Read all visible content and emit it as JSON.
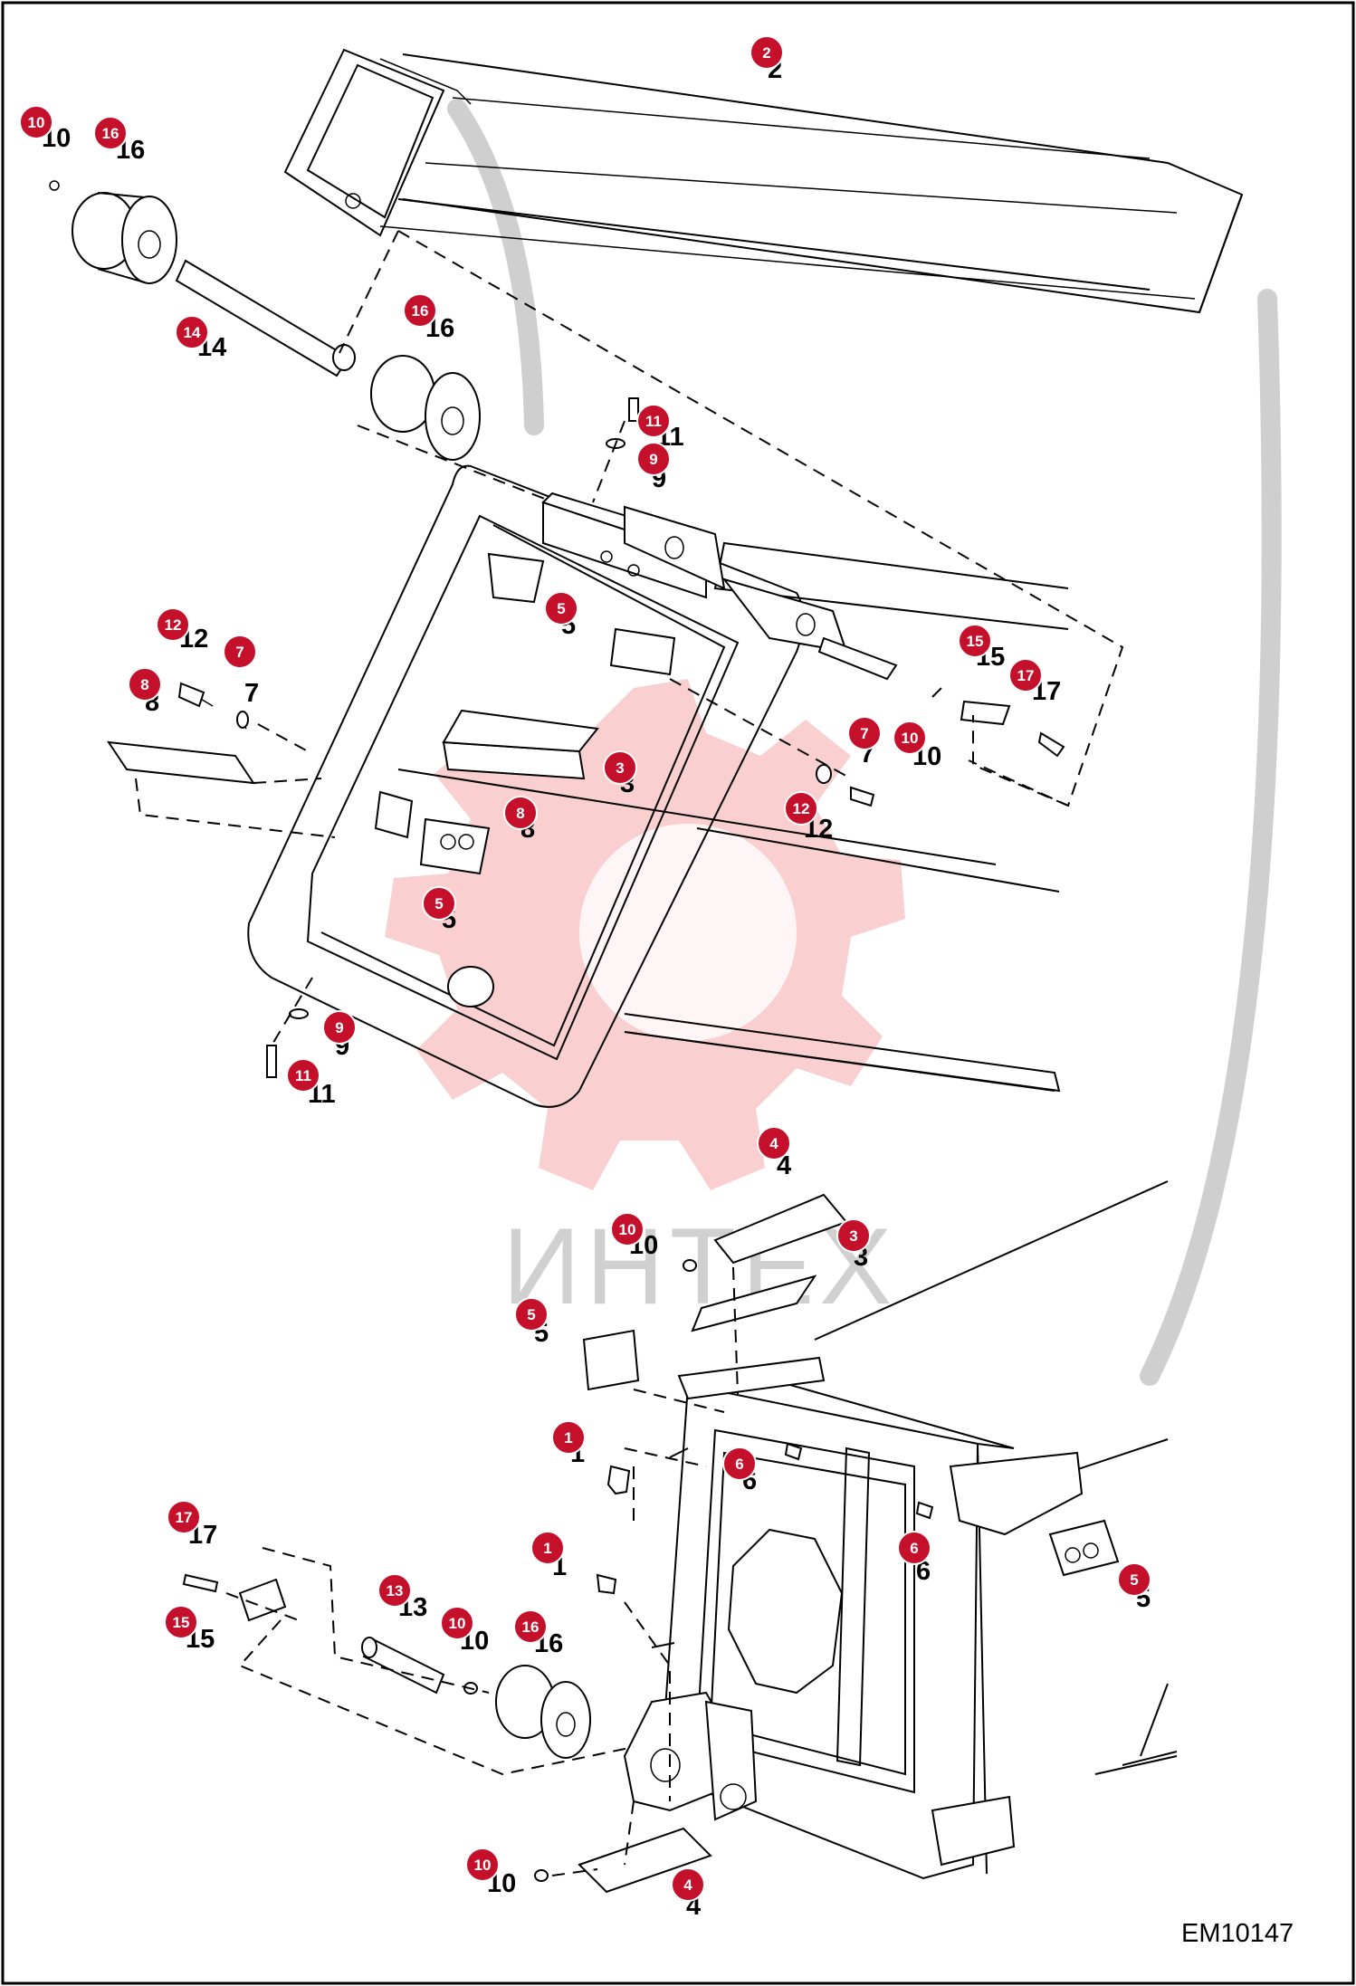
{
  "drawing_code": "EM10147",
  "watermark_text": "ИНТЕХ",
  "callouts": [
    {
      "num": "2",
      "label": "2"
    },
    {
      "num": "10",
      "label": "10"
    },
    {
      "num": "16",
      "label": "16"
    },
    {
      "num": "14",
      "label": "14"
    },
    {
      "num": "16",
      "label": "16"
    },
    {
      "num": "11",
      "label": "11"
    },
    {
      "num": "9",
      "label": "9"
    },
    {
      "num": "5",
      "label": "5"
    },
    {
      "num": "12",
      "label": "12"
    },
    {
      "num": "7",
      "label": "7"
    },
    {
      "num": "8",
      "label": "8"
    },
    {
      "num": "3",
      "label": "3"
    },
    {
      "num": "8",
      "label": "8"
    },
    {
      "num": "5",
      "label": "5"
    },
    {
      "num": "15",
      "label": "15"
    },
    {
      "num": "17",
      "label": "17"
    },
    {
      "num": "10",
      "label": "10"
    },
    {
      "num": "7",
      "label": "7"
    },
    {
      "num": "12",
      "label": "12"
    },
    {
      "num": "9",
      "label": "9"
    },
    {
      "num": "11",
      "label": "11"
    },
    {
      "num": "4",
      "label": "4"
    },
    {
      "num": "10",
      "label": "10"
    },
    {
      "num": "3",
      "label": "3"
    },
    {
      "num": "5",
      "label": "5"
    },
    {
      "num": "1",
      "label": "1"
    },
    {
      "num": "6",
      "label": "6"
    },
    {
      "num": "1",
      "label": "1"
    },
    {
      "num": "6",
      "label": "6"
    },
    {
      "num": "5",
      "label": "5"
    },
    {
      "num": "17",
      "label": "17"
    },
    {
      "num": "15",
      "label": "15"
    },
    {
      "num": "13",
      "label": "13"
    },
    {
      "num": "10",
      "label": "10"
    },
    {
      "num": "16",
      "label": "16"
    },
    {
      "num": "10",
      "label": "10"
    },
    {
      "num": "4",
      "label": "4"
    }
  ]
}
